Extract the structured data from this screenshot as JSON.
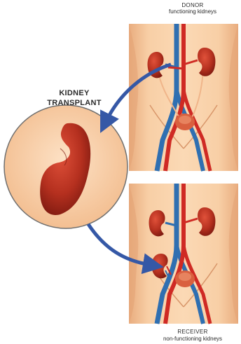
{
  "labels": {
    "donor_title": "DONOR",
    "donor_subtitle": "functioning kidneys",
    "receiver_title": "RECEIVER",
    "receiver_subtitle": "non-functioning kidneys",
    "procedure_line1": "KIDNEY",
    "procedure_line2": "TRANSPLANT"
  },
  "colors": {
    "skin": "#f6c89e",
    "skin_shade": "#e7a97a",
    "kidney": "#b5301f",
    "kidney_dark": "#7e1a10",
    "artery": "#cf2a24",
    "vein": "#2f6fb1",
    "arrow": "#3558a6",
    "bladder": "#d9603f"
  },
  "icons": [
    "donor-kidney-icon",
    "receiver-kidney-icon",
    "transplanted-kidney-icon",
    "magnified-kidney-icon",
    "bladder-icon"
  ]
}
